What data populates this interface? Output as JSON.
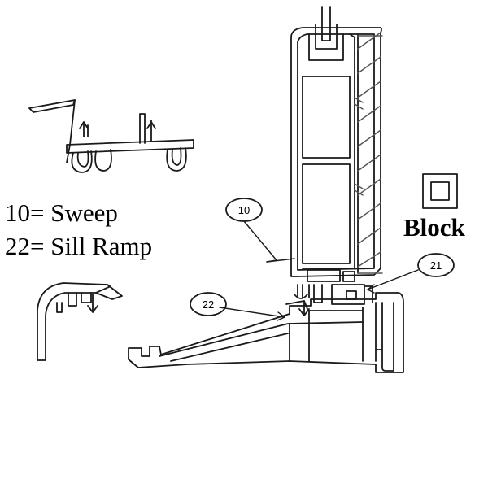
{
  "legend": {
    "sweep": "10= Sweep",
    "sill_ramp": "22= Sill Ramp"
  },
  "block": {
    "label": "Block"
  },
  "callouts": {
    "sweep_number": "10",
    "ramp_number": "22",
    "block_number": "21"
  },
  "colors": {
    "line": "#1a1a1a",
    "hatch": "#555555",
    "background": "#ffffff"
  }
}
